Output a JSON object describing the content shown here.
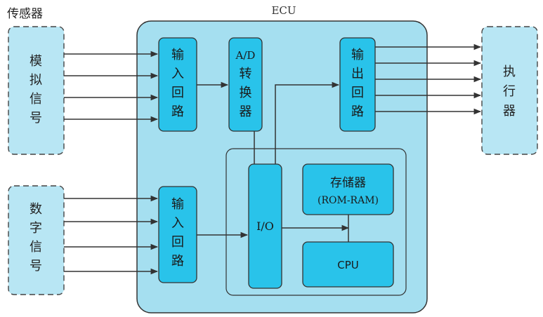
{
  "title": "ECU",
  "sensor_group_label": "传感器",
  "analog_signal": [
    "模",
    "拟",
    "信",
    "号"
  ],
  "digital_signal": [
    "数",
    "字",
    "信",
    "号"
  ],
  "input_circuit_top": [
    "输",
    "入",
    "回",
    "路"
  ],
  "input_circuit_bottom": [
    "输",
    "入",
    "回",
    "路"
  ],
  "ad_converter": [
    "A/D",
    "转",
    "换",
    "器"
  ],
  "output_circuit": [
    "输",
    "出",
    "回",
    "路"
  ],
  "actuator": [
    "执",
    "行",
    "器"
  ],
  "io": "I/O",
  "memory": [
    "存储器",
    "(ROM-RAM)"
  ],
  "cpu": "CPU",
  "colors": {
    "ecu_fill": "#a5dff0",
    "block_fill": "#29c3ea",
    "dashed_fill": "#b8e6f4",
    "stroke": "#333333"
  }
}
